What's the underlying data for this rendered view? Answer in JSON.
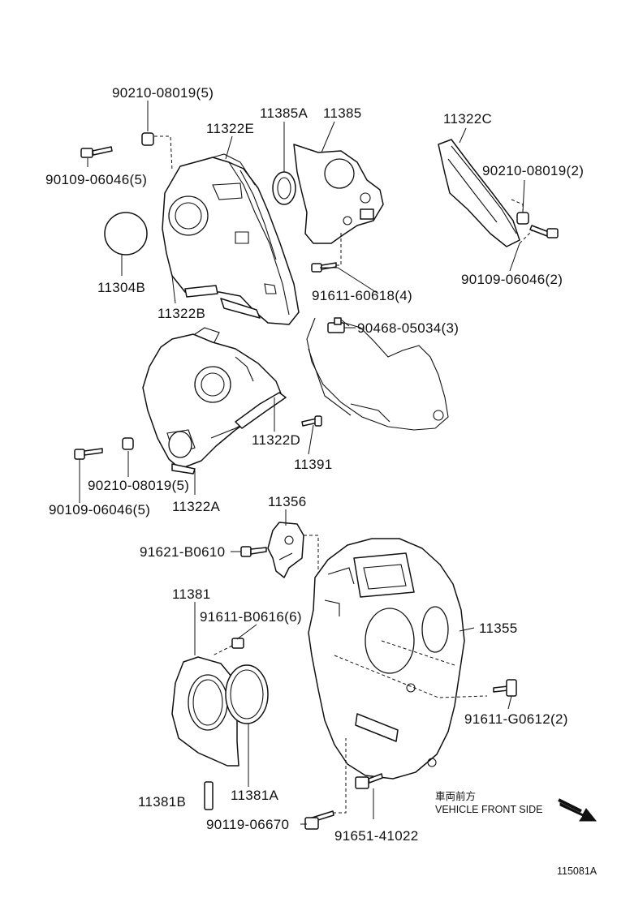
{
  "diagram_id": "115081A",
  "labels": {
    "p90210_08019_5_top": "90210-08019(5)",
    "p90109_06046_5_top": "90109-06046(5)",
    "p11322E": "11322E",
    "p11385A": "11385A",
    "p11385": "11385",
    "p11322C": "11322C",
    "p90210_08019_2": "90210-08019(2)",
    "p90109_06046_2": "90109-06046(2)",
    "p11304B": "11304B",
    "p11322B": "11322B",
    "p91611_60618_4": "91611-60618(4)",
    "p90468_05034_3": "90468-05034(3)",
    "p11322D": "11322D",
    "p11391": "11391",
    "p90210_08019_5_bottom": "90210-08019(5)",
    "p90109_06046_5_bottom": "90109-06046(5)",
    "p11322A": "11322A",
    "p11356": "11356",
    "p91621_B0610": "91621-B0610",
    "p11381": "11381",
    "p91611_B0616_6": "91611-B0616(6)",
    "p11355": "11355",
    "p91611_G0612_2": "91611-G0612(2)",
    "p11381B": "11381B",
    "p11381A": "11381A",
    "p90119_06670": "90119-06670",
    "p91651_41022": "91651-41022"
  },
  "vehicle_front": {
    "jp": "車両前方",
    "en": "VEHICLE FRONT SIDE",
    "icon": "arrow-down-right-icon"
  }
}
